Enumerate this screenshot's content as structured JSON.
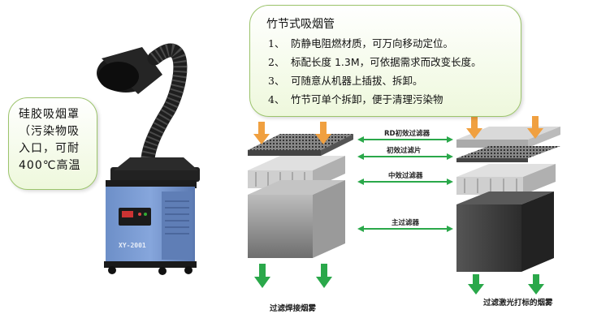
{
  "top_callout": {
    "title": "竹节式吸烟管",
    "features": [
      {
        "num": "1、",
        "text": "防静电阻燃材质，可万向移动定位。"
      },
      {
        "num": "2、",
        "text": "标配长度 1.3M，可依据需求而改变长度。"
      },
      {
        "num": "3、",
        "text": "可随意从机器上插拔、拆卸。"
      },
      {
        "num": "4、",
        "text": "竹节可单个拆卸，便于清理污染物"
      }
    ]
  },
  "left_callout": {
    "lines": [
      "硅胶吸烟罩",
      "（污染物吸",
      "入口，可耐",
      "400℃高温"
    ]
  },
  "machine": {
    "model": "XY-2001"
  },
  "diagram": {
    "labels": {
      "rd_filter": "RD初效过滤器",
      "primary_filter": "初效过滤片",
      "medium_filter": "中效过滤器",
      "main_filter": "主过滤器"
    },
    "captions": {
      "left": "过滤焊接烟雾",
      "right": "过滤激光打标的烟雾"
    },
    "colors": {
      "inflow_arrow": "#f0a040",
      "outflow_arrow": "#2aa84a",
      "label_arrow": "#2aa84a"
    }
  }
}
